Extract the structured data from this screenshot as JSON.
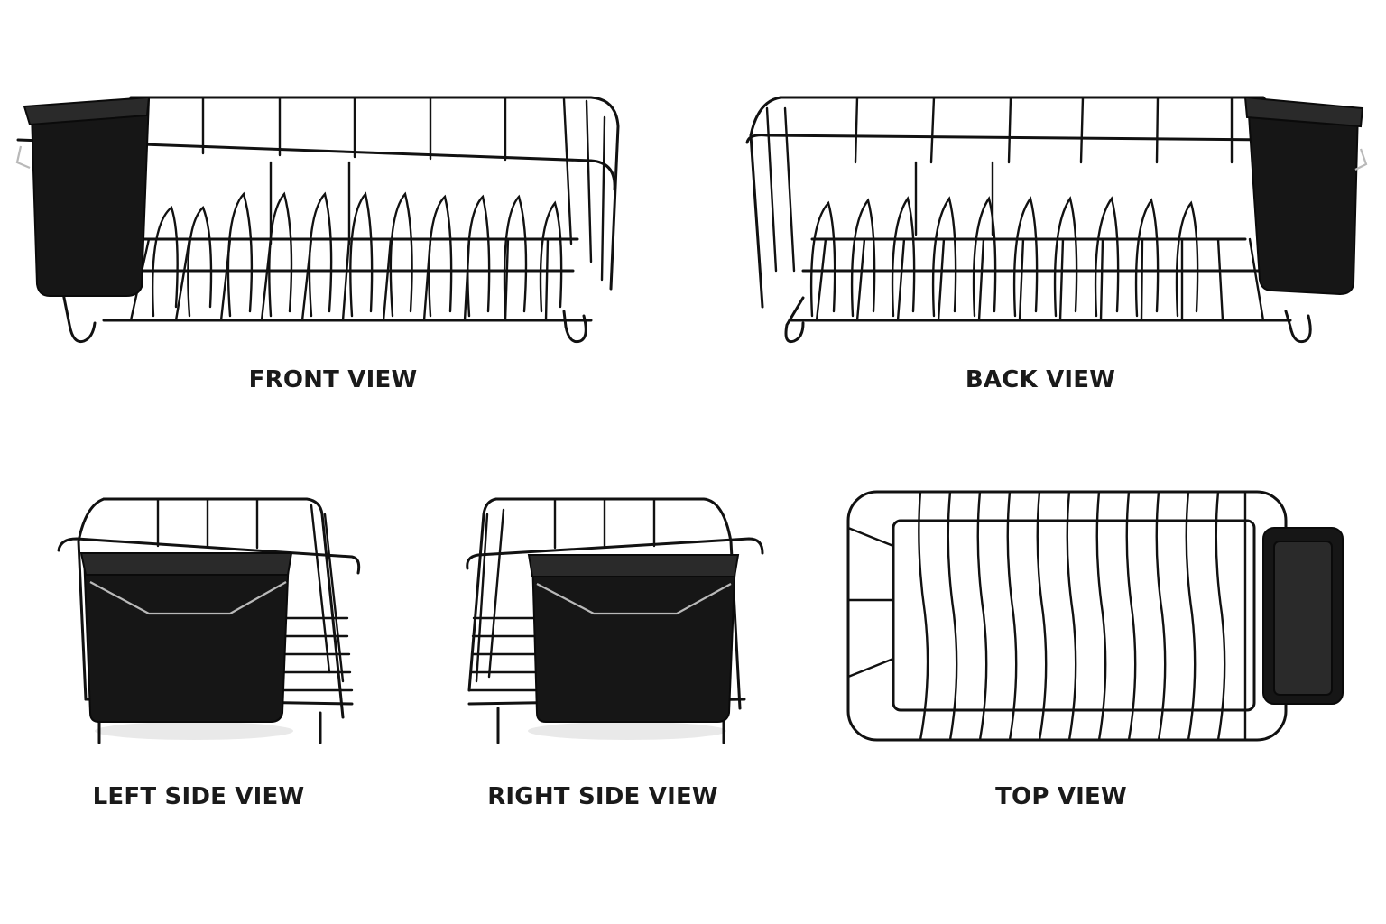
{
  "captions": {
    "front": "FRONT VIEW",
    "back": "BACK VIEW",
    "left_side": "LEFT SIDE VIEW",
    "right_side": "RIGHT SIDE VIEW",
    "top": "TOP VIEW"
  },
  "colors": {
    "background": "#ffffff",
    "wire": "#111111",
    "caddy": "#161616",
    "caption_text": "#1a1a1a"
  }
}
